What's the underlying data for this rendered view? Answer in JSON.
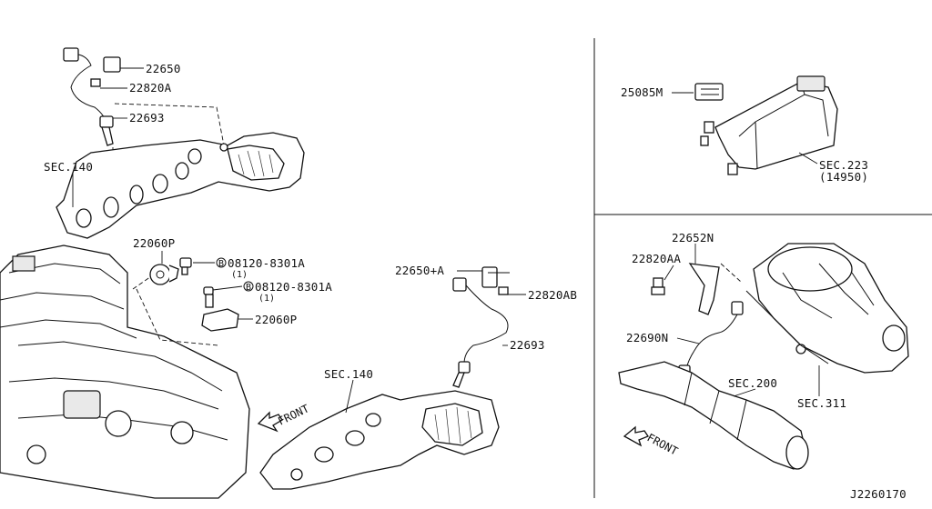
{
  "callouts": {
    "c22650": "22650",
    "c22820A": "22820A",
    "c22693_top": "22693",
    "sec140_left": "SEC.140",
    "c22060P_top": "22060P",
    "bolt1_circle": "B",
    "bolt1_code": "08120-8301A",
    "bolt1_qty": "(1)",
    "bolt2_circle": "B",
    "bolt2_code": "08120-8301A",
    "bolt2_qty": "(1)",
    "c22060P_bottom": "22060P",
    "c22650A": "22650+A",
    "c22820AB": "22820AB",
    "c22693_mid": "22693",
    "sec140_right": "SEC.140",
    "front_left": "FRONT",
    "c25085M": "25085M",
    "sec223": "SEC.223",
    "sec223_sub": "(14950)",
    "c22652N": "22652N",
    "c22820AA": "22820AA",
    "c22690N": "22690N",
    "sec200": "SEC.200",
    "sec311": "SEC.311",
    "front_right": "FRONT"
  },
  "diagram_id": "J2260170"
}
